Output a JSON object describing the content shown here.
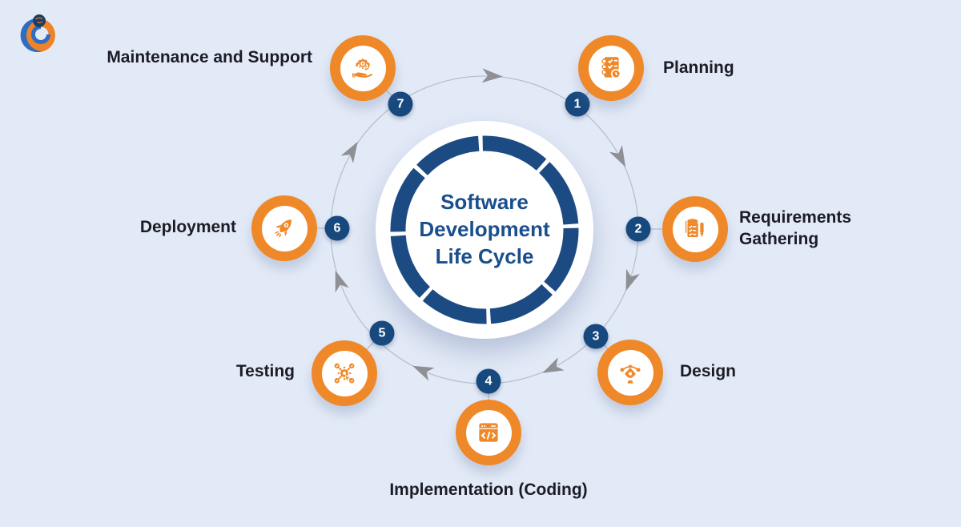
{
  "page": {
    "title": "Software Development Life Cycle infographic"
  },
  "center": {
    "title_lines": [
      "Software",
      "Development",
      "Life Cycle"
    ]
  },
  "steps": [
    {
      "number": "1",
      "label": "Planning",
      "icon": "checklist-clock-icon"
    },
    {
      "number": "2",
      "label": "Requirements Gathering",
      "icon": "notepad-pencil-icon"
    },
    {
      "number": "3",
      "label": "Design",
      "icon": "pen-tool-icon"
    },
    {
      "number": "4",
      "label": "Implementation (Coding)",
      "icon": "code-window-icon"
    },
    {
      "number": "5",
      "label": "Testing",
      "icon": "gear-network-icon"
    },
    {
      "number": "6",
      "label": "Deployment",
      "icon": "rocket-icon"
    },
    {
      "number": "7",
      "label": "Maintenance and Support",
      "icon": "hand-gear-headset-icon"
    }
  ],
  "colors": {
    "background": "#E3EAF7",
    "orange": "#EF8829",
    "navy_badge": "#17497F",
    "navy_title": "#1A4F8C",
    "label_text": "#1B1C26",
    "cycle_line": "#B9C0CC",
    "arrow_gray": "#8F9096"
  }
}
